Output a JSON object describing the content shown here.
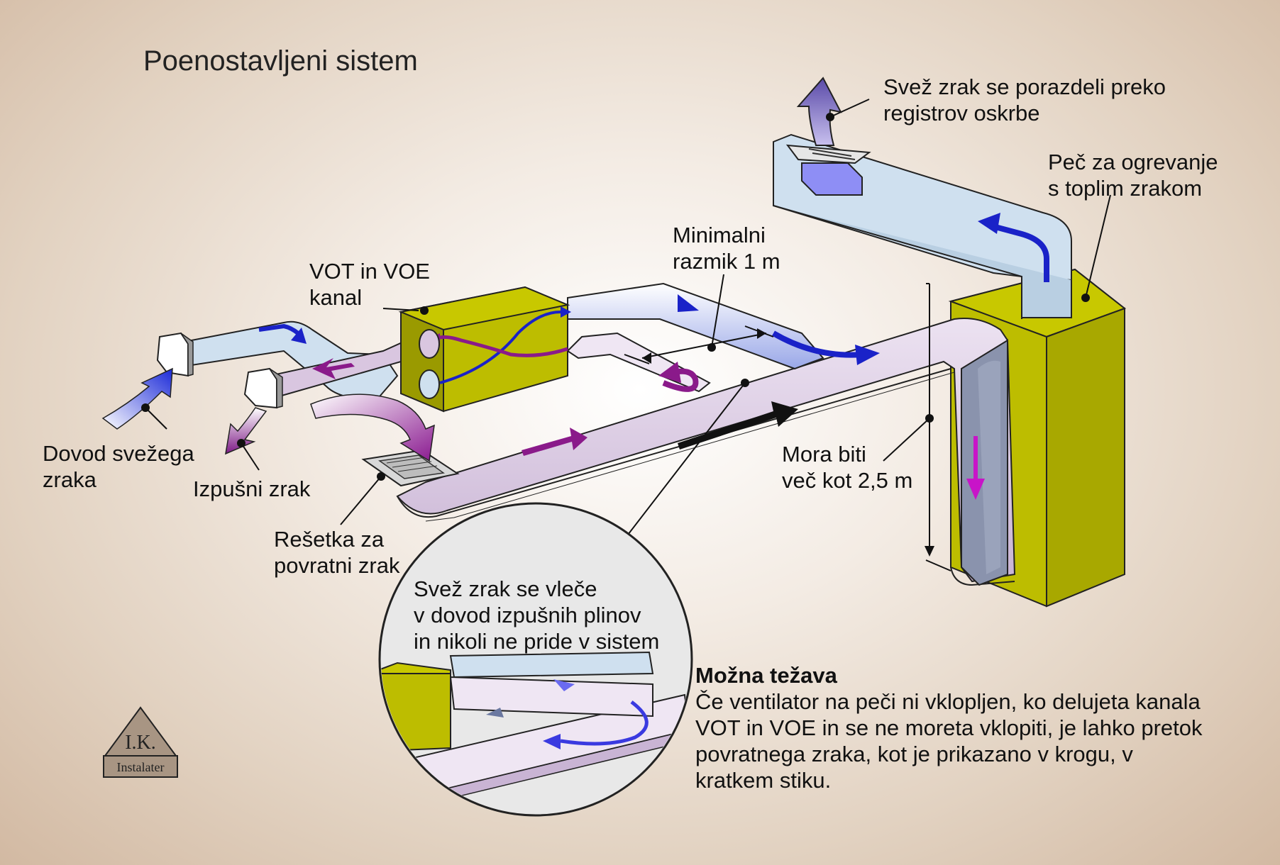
{
  "title": "Poenostavljeni sistem",
  "labels": {
    "supply_register": [
      "Svež zrak se porazdeli preko",
      "registrov oskrbe"
    ],
    "furnace": [
      "Peč za ogrevanje",
      "s toplim zrakom"
    ],
    "min_distance": [
      "Minimalni",
      "razmik 1 m"
    ],
    "hrv_erv": [
      "VOT in VOE",
      "kanal"
    ],
    "fresh_air_intake": [
      "Dovod svežega",
      "zraka"
    ],
    "exhaust_air": "Izpušni zrak",
    "return_grille": [
      "Rešetka za",
      "povratni zrak"
    ],
    "height_req": [
      "Mora biti",
      "več kot 2,5 m"
    ],
    "circle_note": [
      "Svež zrak se vleče",
      "v dovod izpušnih plinov",
      "in nikoli ne pride v sistem"
    ]
  },
  "problem": {
    "heading": "Možna težava",
    "lines": [
      "Če ventilator na peči ni vklopljen, ko delujeta kanala",
      "VOT in VOE in se ne moreta vklopiti, je lahko pretok",
      "povratnega zraka, kot je prikazano v krogu, v",
      "kratkem stiku."
    ]
  },
  "logo": {
    "top": "I.K.",
    "bottom": "Instalater"
  },
  "colors": {
    "unit_yellow": "#bdbd00",
    "supply_duct": "#cfe0ef",
    "return_duct": "#d9c6e0",
    "arrow_blue": "#1a22c8",
    "arrow_purple": "#8a1a8a",
    "arrow_magenta": "#c814c8"
  }
}
